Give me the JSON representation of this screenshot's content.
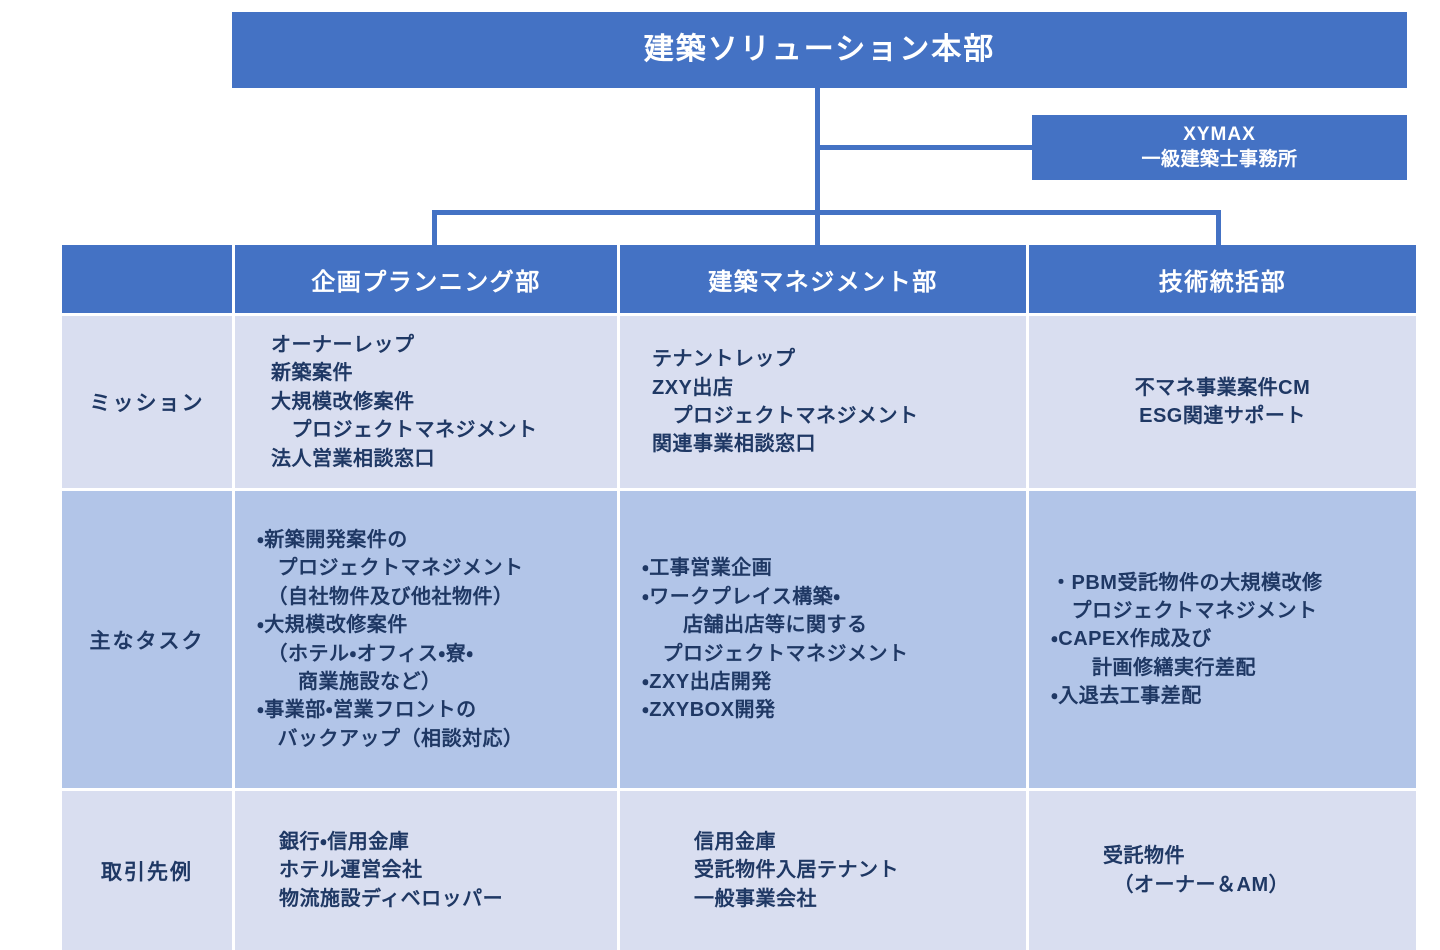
{
  "chart_data": {
    "type": "table",
    "title": "建築ソリューション本部 組織図",
    "root": "建築ソリューション本部",
    "affiliate": "XYMAX 一級建築士事務所",
    "categories": [
      "企画プランニング部",
      "建築マネジメント部",
      "技術統括部"
    ],
    "row_labels": [
      "ミッション",
      "主なタスク",
      "取引先例"
    ]
  },
  "root": {
    "label": "建築ソリューション本部"
  },
  "affiliate": {
    "line1": "XYMAX",
    "line2": "一級建築士事務所"
  },
  "matrix": {
    "corner_label": "",
    "columns": [
      {
        "label": "企画プランニング部"
      },
      {
        "label": "建築マネジメント部"
      },
      {
        "label": "技術統括部"
      }
    ],
    "rows": [
      {
        "label": "ミッション",
        "cells": [
          "オーナーレップ\n新築案件\n大規模改修案件\n　プロジェクトマネジメント\n法人営業相談窓口",
          "テナントレップ\nZXY出店\n　プロジェクトマネジメント\n関連事業相談窓口",
          "不マネ事業案件CM\nESG関連サポート"
        ]
      },
      {
        "label": "主なタスク",
        "cells": [
          "・新築開発案件の\n　プロジェクトマネジメント\n　（自社物件及び他社物件）\n・大規模改修案件\n　（ホテル・オフィス・寮・\n　　商業施設など）\n・事業部・営業フロントの\n　バックアップ（相談対応）",
          "・工事営業企画\n・ワークプレイス構築・\n　　店舗出店等に関する\n　プロジェクトマネジメント\n・ZXY出店開発\n・ZXYBOX開発",
          "・PBM受託物件の大規模改修\n　プロジェクトマネジメント\n・CAPEX作成及び\n　　計画修繕実行差配\n・入退去工事差配"
        ]
      },
      {
        "label": "取引先例",
        "cells": [
          "銀行・信用金庫\nホテル運営会社\n物流施設ディベロッパー",
          "信用金庫\n受託物件入居テナント\n一般事業会社",
          "受託物件\n　（オーナー＆AM）"
        ]
      }
    ]
  },
  "colors": {
    "header_blue": "#4472C4",
    "row_tint_light": "#D9DEF0",
    "row_tint_medium": "#B2C5E8",
    "text_navy": "#1F3864",
    "text_white": "#FFFFFF",
    "connector": "#4472C4"
  }
}
